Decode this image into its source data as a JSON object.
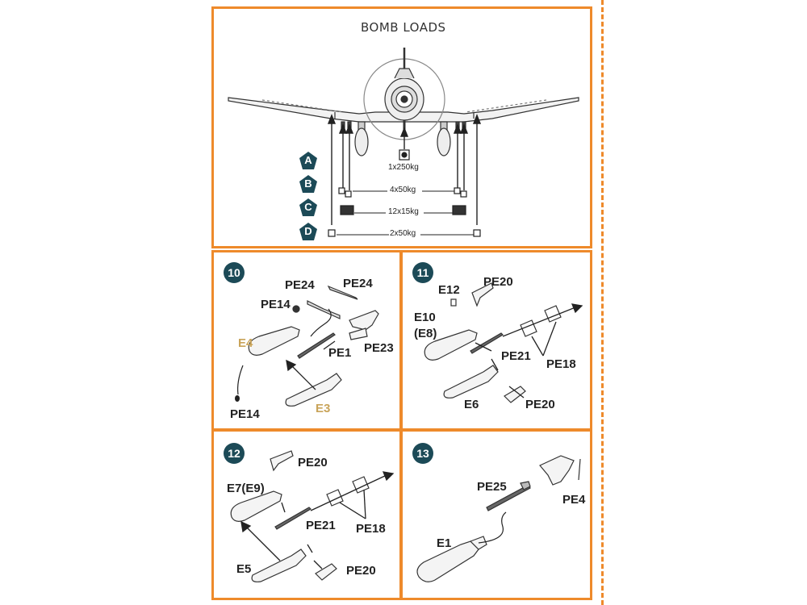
{
  "top_panel": {
    "title": "BOMB LOADS",
    "loads": [
      {
        "letter": "A",
        "text": "1x250kg"
      },
      {
        "letter": "B",
        "text": "4x50kg"
      },
      {
        "letter": "C",
        "text": "12x15kg"
      },
      {
        "letter": "D",
        "text": "2x50kg"
      }
    ]
  },
  "step10": {
    "number": "10",
    "labels": [
      "PE24",
      "PE24",
      "PE14",
      "E4",
      "PE1",
      "PE23",
      "PE14",
      "E3"
    ]
  },
  "step11": {
    "number": "11",
    "labels": [
      "E12",
      "PE20",
      "E10",
      "(E8)",
      "PE21",
      "PE18",
      "E6",
      "PE20"
    ]
  },
  "step12": {
    "number": "12",
    "labels": [
      "PE20",
      "E7(E9)",
      "PE21",
      "PE18",
      "E5",
      "PE20"
    ]
  },
  "step13": {
    "number": "13",
    "labels": [
      "PE25",
      "PE4",
      "E1"
    ]
  },
  "colors": {
    "frame": "#ee8a2b",
    "badge": "#1c4a57",
    "gold_label": "#c9a45a"
  }
}
